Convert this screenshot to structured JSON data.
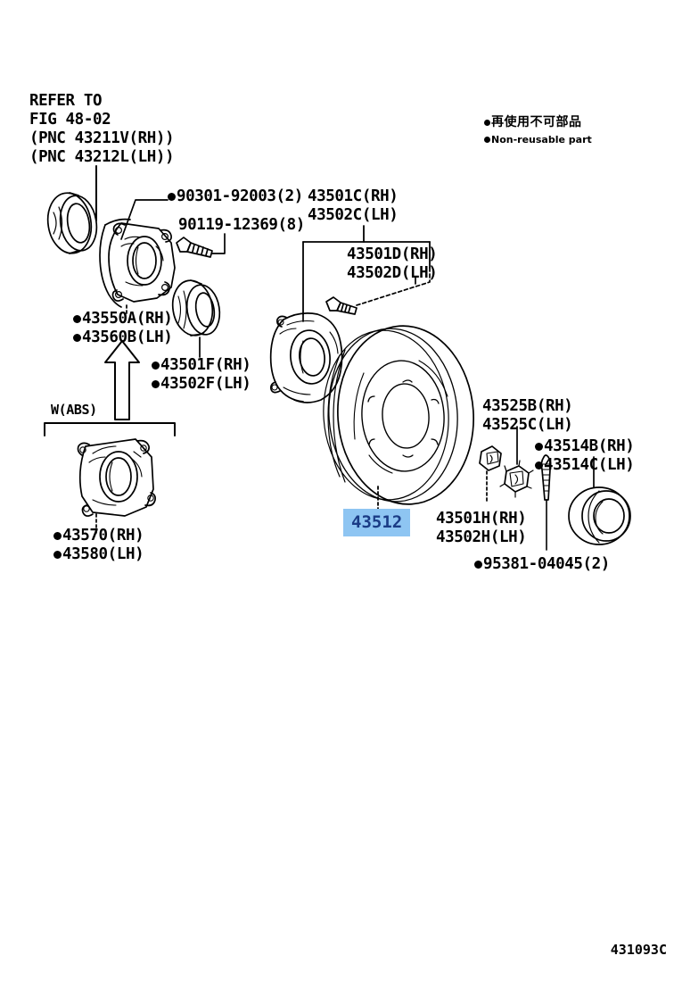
{
  "figure": {
    "code": "431093C",
    "title_ref": [
      "REFER TO",
      "FIG 48-02",
      "(PNC 43211V(RH))",
      "(PNC 43212L(LH))"
    ]
  },
  "legend": {
    "japanese": "再使用不可部品",
    "english": "Non-reusable part",
    "marker": "filled-dot"
  },
  "labels": {
    "bolt_90301": "90301-92003(2)",
    "bolt_90119": "90119-12369(8)",
    "hub_43550_rh": "43550A(RH)",
    "hub_43560_lh": "43560B(LH)",
    "seal_43501f_rh": "43501F(RH)",
    "seal_43502f_lh": "43502F(LH)",
    "disc_43501c_rh": "43501C(RH)",
    "disc_43502c_lh": "43502C(LH)",
    "disc_43501d_rh": "43501D(RH)",
    "disc_43502d_lh": "43502D(LH)",
    "rotor_43512": "43512",
    "nut_43525b_rh": "43525B(RH)",
    "nut_43525c_lh": "43525C(LH)",
    "cap_43514b_rh": "43514B(RH)",
    "cap_43514c_lh": "43514C(LH)",
    "stud_43501h_rh": "43501H(RH)",
    "stud_43502h_lh": "43502H(LH)",
    "pin_95381": "95381-04045(2)",
    "abs_bracket": "W(ABS)",
    "abs_hub_43570_rh": "43570(RH)",
    "abs_hub_43580_lh": "43580(LH)"
  },
  "colors": {
    "line": "#000000",
    "highlight_bg": "#8ec5f2",
    "highlight_text": "#1b3c86",
    "page_bg": "#ffffff"
  }
}
